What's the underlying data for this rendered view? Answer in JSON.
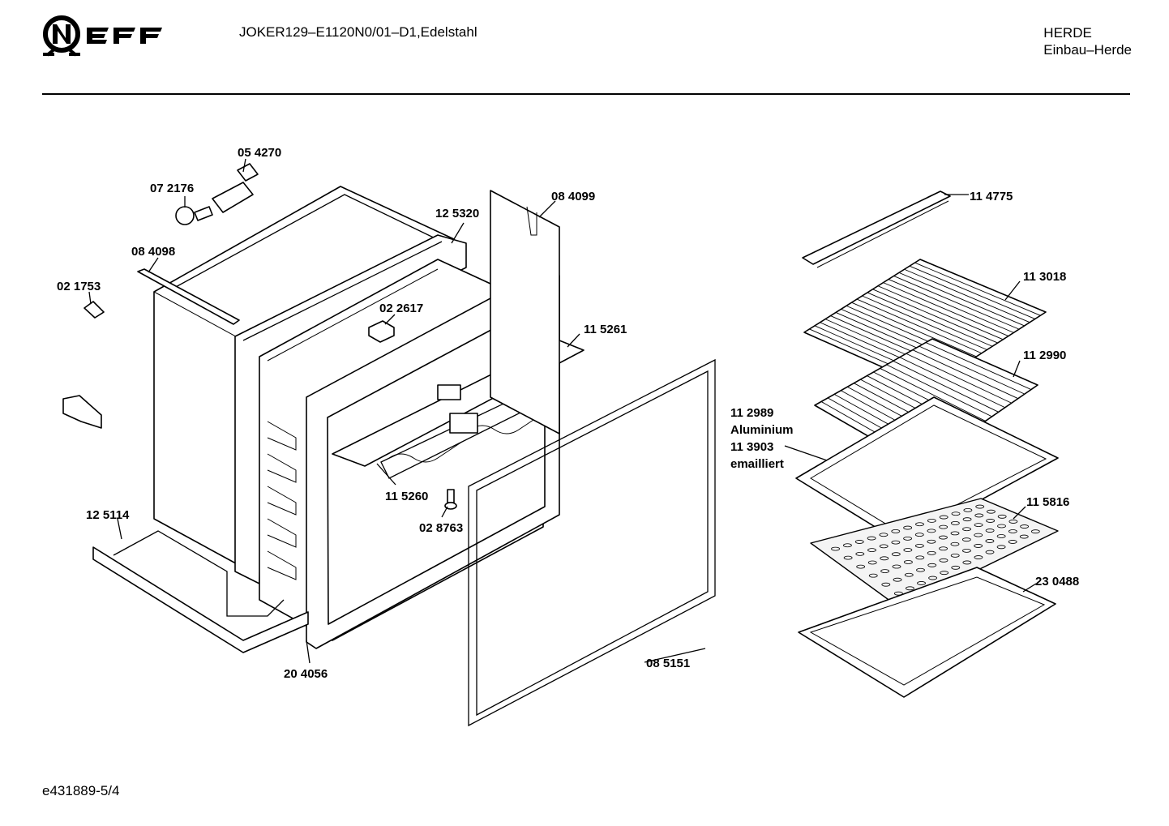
{
  "header": {
    "brand": "NEFF",
    "title": "JOKER129–E1120N0/01–D1,Edelstahl",
    "category": "HERDE",
    "subcategory": "Einbau–Herde"
  },
  "footer": {
    "doc_id": "e431889-5/4"
  },
  "diagram": {
    "part_labels": {
      "p054270": "05 4270",
      "p072176": "07 2176",
      "p084098": "08 4098",
      "p021753": "02 1753",
      "p125320": "12 5320",
      "p084099": "08 4099",
      "p022617": "02 2617",
      "p115261": "11 5261",
      "p115260": "11 5260",
      "p028763": "02 8763",
      "p125114": "12 5114",
      "p204056": "20 4056",
      "p085151": "08 5151",
      "p114775": "11 4775",
      "p113018": "11 3018",
      "p112990": "11 2990",
      "p112989": "11 2989",
      "aluminium": "Aluminium",
      "p113903": "11 3903",
      "emailliert": "emailliert",
      "p115816": "11 5816",
      "p230488": "23 0488"
    }
  }
}
